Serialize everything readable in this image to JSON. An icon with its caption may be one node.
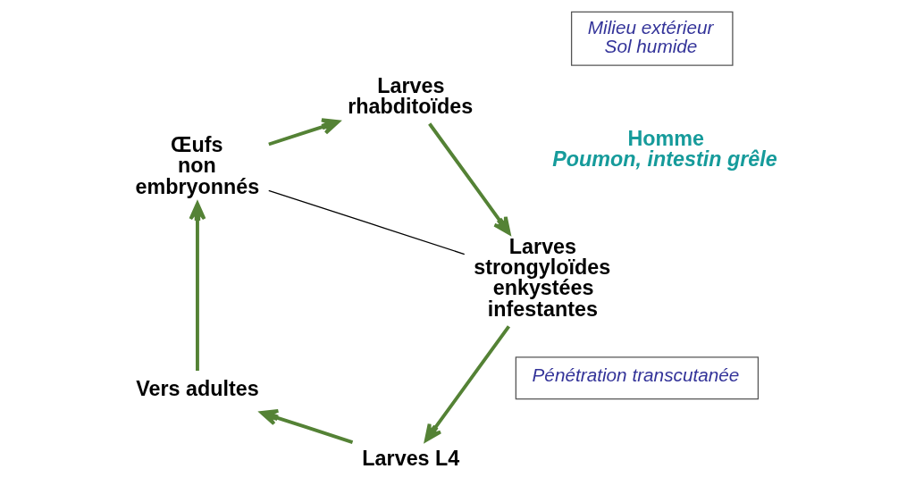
{
  "diagram": {
    "nodes": [
      {
        "text": [
          "Larves L4"
        ]
      },
      {
        "text": [
          "Vers adultes"
        ]
      },
      {
        "text": [
          "Œufs non embryonnés"
        ]
      },
      {
        "text": [
          "Larves rhabditoïdes"
        ]
      },
      {
        "text": [
          "Larves strongyloïdes enkystées infestantes"
        ]
      },
      {
        "text": [
          "Pénétration transcutanée"
        ]
      },
      {
        "text": [
          "Milieu extérieur",
          "Sol humide"
        ]
      }
    ],
    "edges": [
      {
        "from": 0,
        "to": 1,
        "arrow": "to"
      },
      {
        "from": 1,
        "to": 2,
        "arrow": "to"
      },
      {
        "from": 2,
        "to": 3,
        "arrow": "to"
      },
      {
        "from": 3,
        "to": 4,
        "arrow": "to"
      },
      {
        "from": 4,
        "to": 0,
        "arrow": "to"
      },
      {
        "from": 4,
        "to": 2,
        "arrow": "none",
        "color": "#000000"
      }
    ],
    "labels": [
      "Homme",
      "Poumon, intestin grêle"
    ]
  }
}
